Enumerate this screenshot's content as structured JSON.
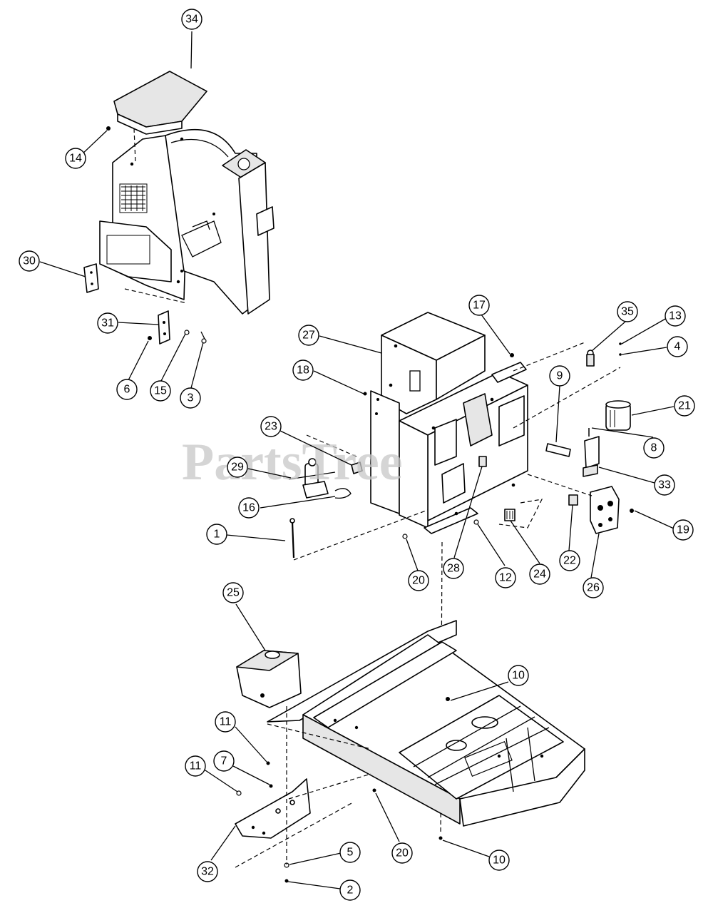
{
  "watermark": "PartsTree",
  "callouts": [
    {
      "id": "34",
      "label": "34"
    },
    {
      "id": "14",
      "label": "14"
    },
    {
      "id": "30",
      "label": "30"
    },
    {
      "id": "31",
      "label": "31"
    },
    {
      "id": "6",
      "label": "6"
    },
    {
      "id": "15",
      "label": "15"
    },
    {
      "id": "3",
      "label": "3"
    },
    {
      "id": "27",
      "label": "27"
    },
    {
      "id": "18",
      "label": "18"
    },
    {
      "id": "17",
      "label": "17"
    },
    {
      "id": "35",
      "label": "35"
    },
    {
      "id": "13",
      "label": "13"
    },
    {
      "id": "4",
      "label": "4"
    },
    {
      "id": "9",
      "label": "9"
    },
    {
      "id": "21",
      "label": "21"
    },
    {
      "id": "8",
      "label": "8"
    },
    {
      "id": "33",
      "label": "33"
    },
    {
      "id": "19",
      "label": "19"
    },
    {
      "id": "26",
      "label": "26"
    },
    {
      "id": "22",
      "label": "22"
    },
    {
      "id": "24",
      "label": "24"
    },
    {
      "id": "12",
      "label": "12"
    },
    {
      "id": "28",
      "label": "28"
    },
    {
      "id": "20a",
      "label": "20"
    },
    {
      "id": "23",
      "label": "23"
    },
    {
      "id": "29",
      "label": "29"
    },
    {
      "id": "16",
      "label": "16"
    },
    {
      "id": "1",
      "label": "1"
    },
    {
      "id": "25",
      "label": "25"
    },
    {
      "id": "10a",
      "label": "10"
    },
    {
      "id": "11a",
      "label": "11"
    },
    {
      "id": "11b",
      "label": "11"
    },
    {
      "id": "7",
      "label": "7"
    },
    {
      "id": "32",
      "label": "32"
    },
    {
      "id": "5",
      "label": "5"
    },
    {
      "id": "2",
      "label": "2"
    },
    {
      "id": "20b",
      "label": "20"
    },
    {
      "id": "10b",
      "label": "10"
    }
  ]
}
